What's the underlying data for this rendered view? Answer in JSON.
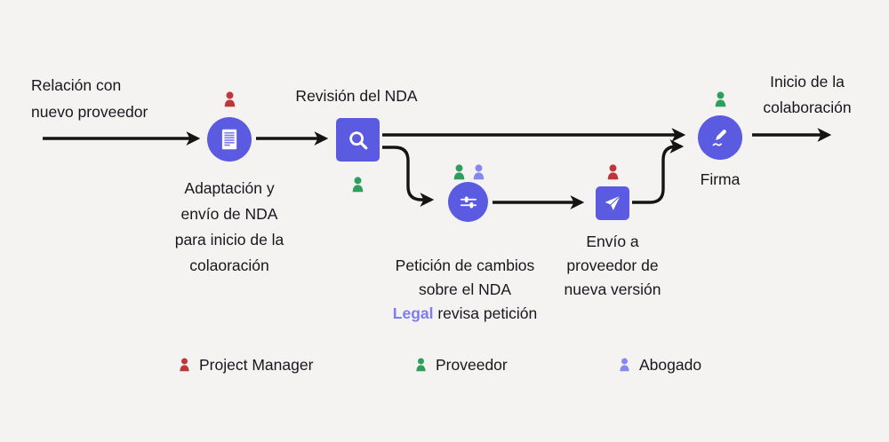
{
  "colors": {
    "background": "#f4f3f1",
    "node": "#5a5be0",
    "arrow": "#141414",
    "text": "#18171d",
    "legal": "#7d7df3",
    "project_manager": "#c0343a",
    "proveedor": "#2d9e5c",
    "abogado": "#8787f2"
  },
  "flow": {
    "start_label": "Relación con\nnuevo proveedor",
    "adapt_label": "Adaptación y\nenvío de NDA\npara inicio de la\ncolaoración",
    "review_title": "Revisión del NDA",
    "petition": {
      "line1": "Petición de cambios",
      "line2": "sobre el NDA",
      "legal": "Legal",
      "line3": " revisa petición"
    },
    "send_label": "Envío a\nproveedor de\nnueva versión",
    "sign_label": "Firma",
    "end_label": "Inicio de la\ncolaboración"
  },
  "icons": {
    "adapt": "document-icon",
    "review": "search-icon",
    "petition": "sliders-icon",
    "send": "send-icon",
    "sign": "signature-icon",
    "legend": "person-icon"
  },
  "legend": {
    "items": [
      {
        "label": "Project Manager",
        "color": "#c0343a"
      },
      {
        "label": "Proveedor",
        "color": "#2d9e5c"
      },
      {
        "label": "Abogado",
        "color": "#8787f2"
      }
    ]
  }
}
